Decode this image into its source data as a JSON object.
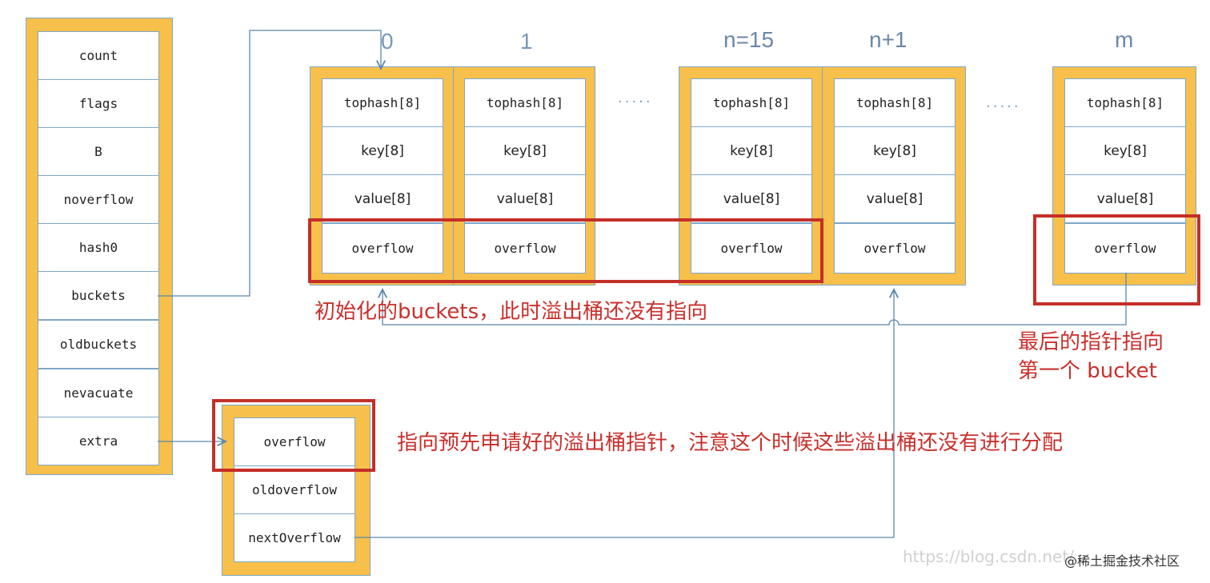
{
  "hmap": {
    "fields": [
      "count",
      "flags",
      "B",
      "noverflow",
      "hash0",
      "buckets",
      "oldbuckets",
      "nevacuate",
      "extra"
    ]
  },
  "bucket_fields": [
    "tophash[8]",
    "key[8]",
    "value[8]",
    "overflow"
  ],
  "buckets": [
    {
      "index": "0"
    },
    {
      "index": "1"
    },
    {
      "index": "n=15"
    },
    {
      "index": "n+1"
    },
    {
      "index": "m"
    }
  ],
  "ellipsis": ".....",
  "extra": {
    "fields": [
      "overflow",
      "oldoverflow",
      "nextOverflow"
    ]
  },
  "annotations": {
    "initial_buckets": "初始化的buckets，此时溢出桶还没有指向",
    "last_pointer_line1": "最后的指针指向",
    "last_pointer_line2": "第一个 bucket",
    "overflow_pointer": "指向预先申请好的溢出桶指针，注意这个时候这些溢出桶还没有进行分配"
  },
  "watermark": {
    "url": "https://blog.csdn.net/...",
    "site": "@稀土掘金技术社区"
  },
  "colors": {
    "struct_fill": "#f6c04a",
    "cell_border": "#7fa7c9",
    "highlight": "#c42f28",
    "note_text": "#c9302c",
    "arrow": "#5a87ad"
  }
}
